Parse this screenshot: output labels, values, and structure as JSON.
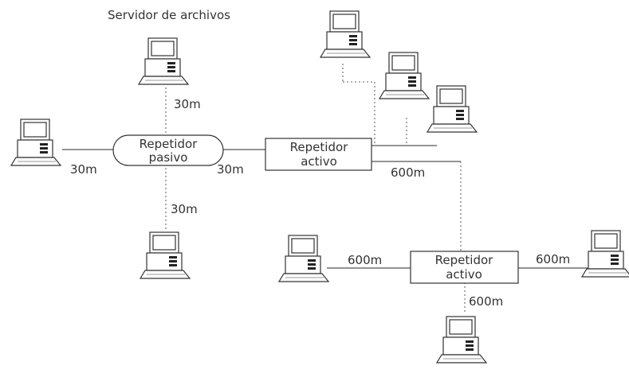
{
  "file_server_label": "Servidor de archivos",
  "passive_repeater": {
    "line1": "Repetidor",
    "line2": "pasivo"
  },
  "active_repeater_1": {
    "line1": "Repetidor",
    "line2": "activo"
  },
  "active_repeater_2": {
    "line1": "Repetidor",
    "line2": "activo"
  },
  "distances": {
    "server_to_passive": "30m",
    "left_pc_to_passive": "30m",
    "passive_to_bottom_pc": "30m",
    "passive_to_active": "30m",
    "active1_to_active2": "600m",
    "left_pc_to_active2": "600m",
    "active2_to_right_pc": "600m",
    "active2_to_bottom_pc": "600m"
  }
}
